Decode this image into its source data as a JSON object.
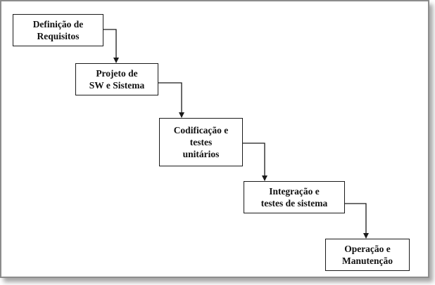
{
  "steps": [
    {
      "id": "definicao",
      "label": "Definição de\nRequisitos"
    },
    {
      "id": "projeto",
      "label": "Projeto de\nSW e Sistema"
    },
    {
      "id": "codificacao",
      "label": "Codificação e\ntestes\nunitários"
    },
    {
      "id": "integracao",
      "label": "Integração e\ntestes de sistema"
    },
    {
      "id": "operacao",
      "label": "Operação e\nManutenção"
    }
  ],
  "colors": {
    "line": "#1a1a1a",
    "frame_border": "#8c8c8c",
    "background": "#ffffff"
  }
}
